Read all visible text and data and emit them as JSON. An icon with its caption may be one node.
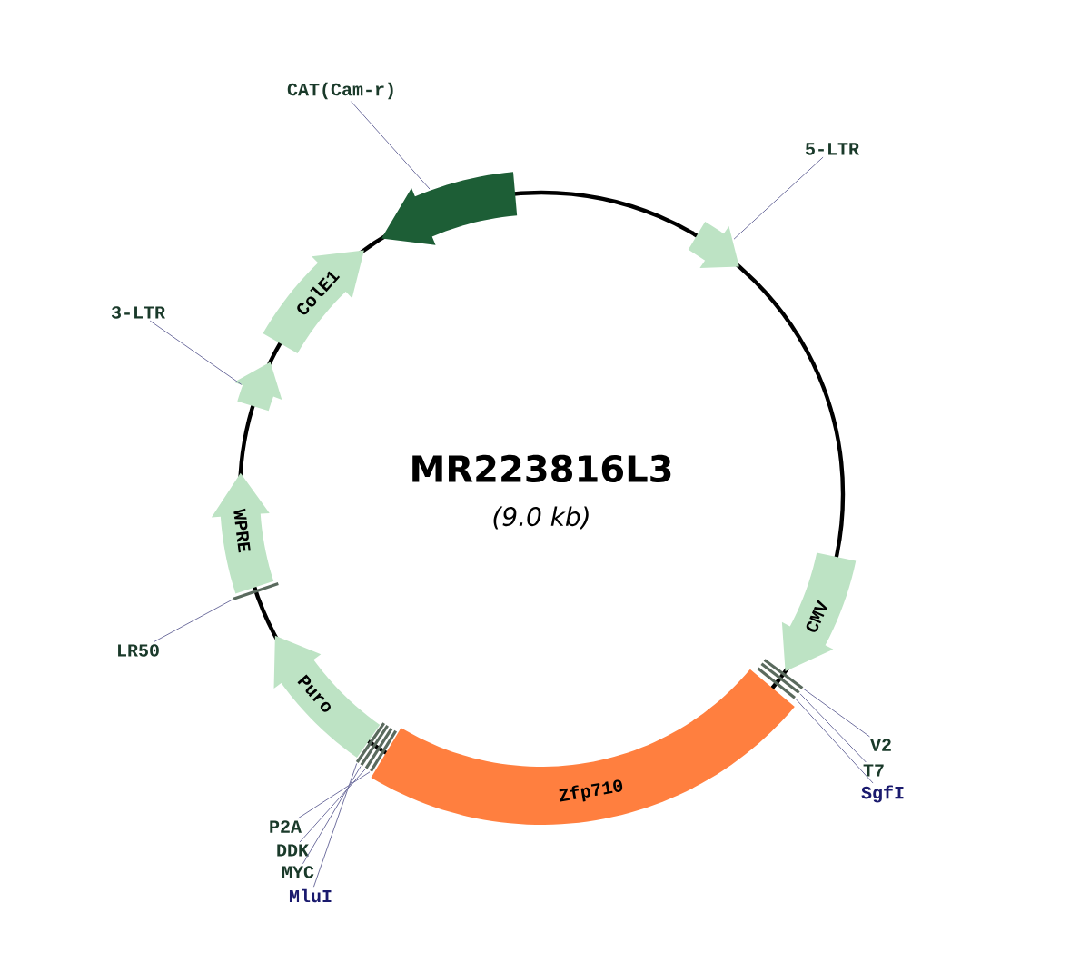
{
  "diagram": {
    "title": "MR223816L3",
    "nodes": [
      {
        "text": [
          "CAT(Cam-r)"
        ]
      },
      {
        "text": [],
        "shape": "arrow"
      },
      {
        "text": [
          "5-LTR"
        ]
      },
      {
        "text": [],
        "shape": "arrow"
      },
      {
        "text": [
          "CMV"
        ]
      },
      {
        "text": [
          "V2"
        ]
      },
      {
        "text": [],
        "shape": "bar"
      },
      {
        "text": [
          "T7"
        ]
      },
      {
        "text": [],
        "shape": "bar"
      },
      {
        "text": [
          "SgfI"
        ]
      },
      {
        "text": [],
        "shape": "bar"
      },
      {
        "text": [
          "Zfp710"
        ]
      },
      {
        "text": [
          "P2A"
        ]
      },
      {
        "text": [],
        "shape": "bar"
      },
      {
        "text": [
          "DDK"
        ]
      },
      {
        "text": [],
        "shape": "bar"
      },
      {
        "text": [
          "MYC"
        ]
      },
      {
        "text": [],
        "shape": "bar"
      },
      {
        "text": [
          "MluI"
        ]
      },
      {
        "text": [],
        "shape": "bar"
      },
      {
        "text": [
          "Puro"
        ]
      },
      {
        "text": [
          "LR50"
        ]
      },
      {
        "text": [],
        "shape": "bar"
      },
      {
        "text": [
          "WPRE"
        ]
      },
      {
        "text": [
          "3-LTR"
        ]
      },
      {
        "text": [],
        "shape": "arrow"
      },
      {
        "text": [
          "ColE1"
        ]
      }
    ],
    "edges": [
      {
        "from": 0,
        "to": 1,
        "arrow": "none"
      },
      {
        "from": 2,
        "to": 3,
        "arrow": "none"
      },
      {
        "from": 5,
        "to": 6,
        "arrow": "none"
      },
      {
        "from": 7,
        "to": 8,
        "arrow": "none"
      },
      {
        "from": 9,
        "to": 10,
        "arrow": "none"
      },
      {
        "from": 12,
        "to": 13,
        "arrow": "none"
      },
      {
        "from": 14,
        "to": 15,
        "arrow": "none"
      },
      {
        "from": 16,
        "to": 17,
        "arrow": "none"
      },
      {
        "from": 18,
        "to": 19,
        "arrow": "none"
      },
      {
        "from": 21,
        "to": 22,
        "arrow": "none"
      },
      {
        "from": 24,
        "to": 25,
        "arrow": "none"
      }
    ],
    "labels": [
      "(9.0 kb)"
    ]
  }
}
